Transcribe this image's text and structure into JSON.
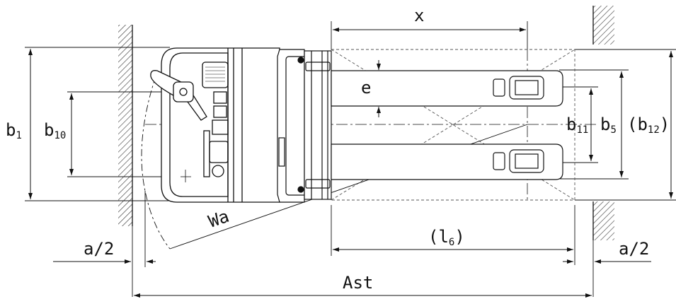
{
  "labels": {
    "x": "x",
    "e": "e",
    "b1_base": "b",
    "b1_sub": "1",
    "b10_base": "b",
    "b10_sub": "10",
    "b11_base": "b",
    "b11_sub": "11",
    "b5_base": "b",
    "b5_sub": "5",
    "b12_open": "(b",
    "b12_sub": "12",
    "b12_close": ")",
    "wa": "Wa",
    "l6_open": "(l",
    "l6_sub": "6",
    "l6_close": ")",
    "a2_left": "a/2",
    "a2_right": "a/2",
    "ast": "Ast"
  },
  "colors": {
    "line": "#111111",
    "hatch": "#333333",
    "dashed": "#555555"
  }
}
